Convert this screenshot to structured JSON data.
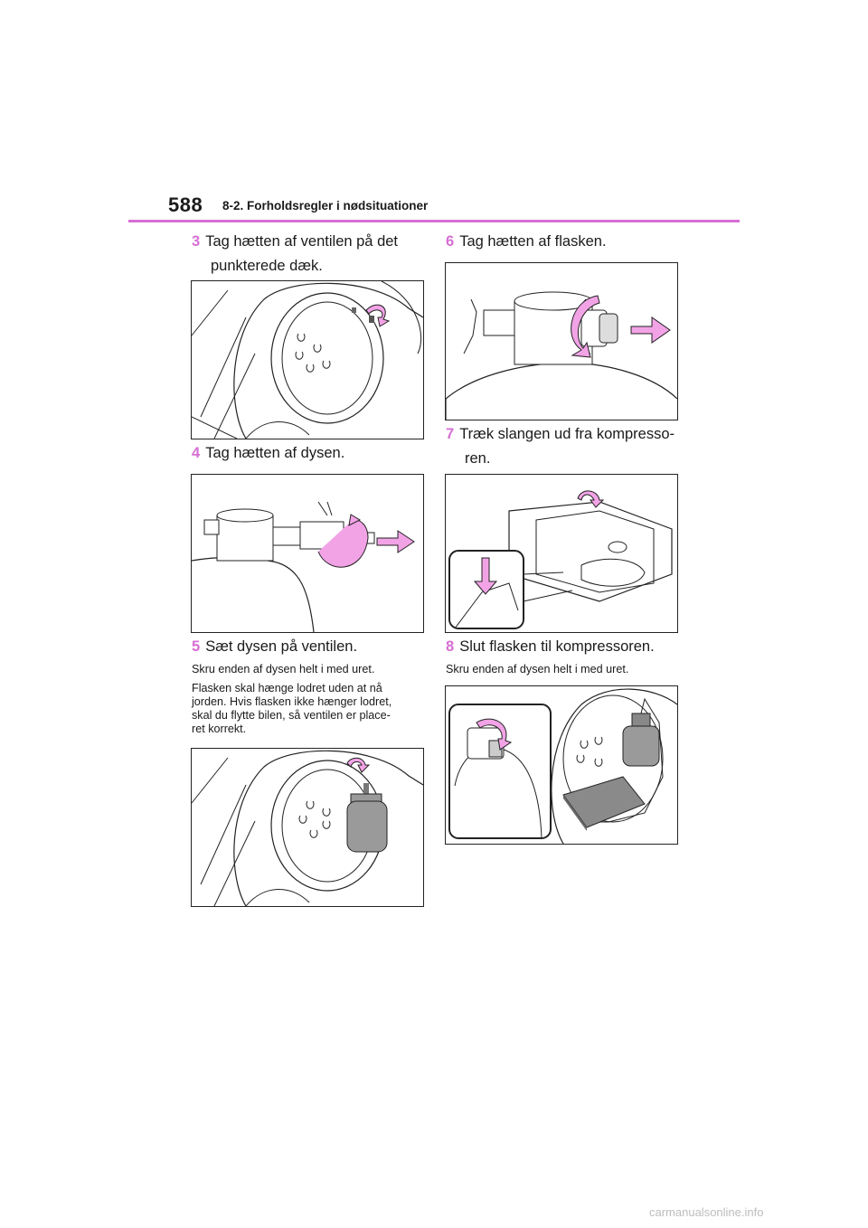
{
  "header": {
    "page_number": "588",
    "section": "8-2. Forholdsregler i nødsituationer"
  },
  "steps": [
    {
      "num": "3",
      "line1": "Tag hætten af ventilen på det",
      "line2": "punkterede dæk."
    },
    {
      "num": "4",
      "line1": "Tag hætten af dysen."
    },
    {
      "num": "5",
      "line1": "Sæt dysen på ventilen."
    },
    {
      "num": "6",
      "line1": "Tag hætten af flasken."
    },
    {
      "num": "7",
      "line1": "Træk slangen ud fra kompresso-",
      "line2": "ren."
    },
    {
      "num": "8",
      "line1": "Slut flasken til kompressoren."
    }
  ],
  "notes": {
    "step5_a": "Skru enden af dysen helt i med uret.",
    "step5_b1": "Flasken skal hænge lodret uden at nå",
    "step5_b2": "jorden. Hvis flasken ikke hænger lodret,",
    "step5_b3": "skal du flytte bilen, så ventilen er place-",
    "step5_b4": "ret korrekt.",
    "step8_a": "Skru enden af dysen helt i med uret."
  },
  "footer": {
    "watermark": "carmanualsonline.info"
  },
  "colors": {
    "accent": "#d66fd4",
    "arrow_fill": "#f2a3e6",
    "line": "#222222"
  }
}
